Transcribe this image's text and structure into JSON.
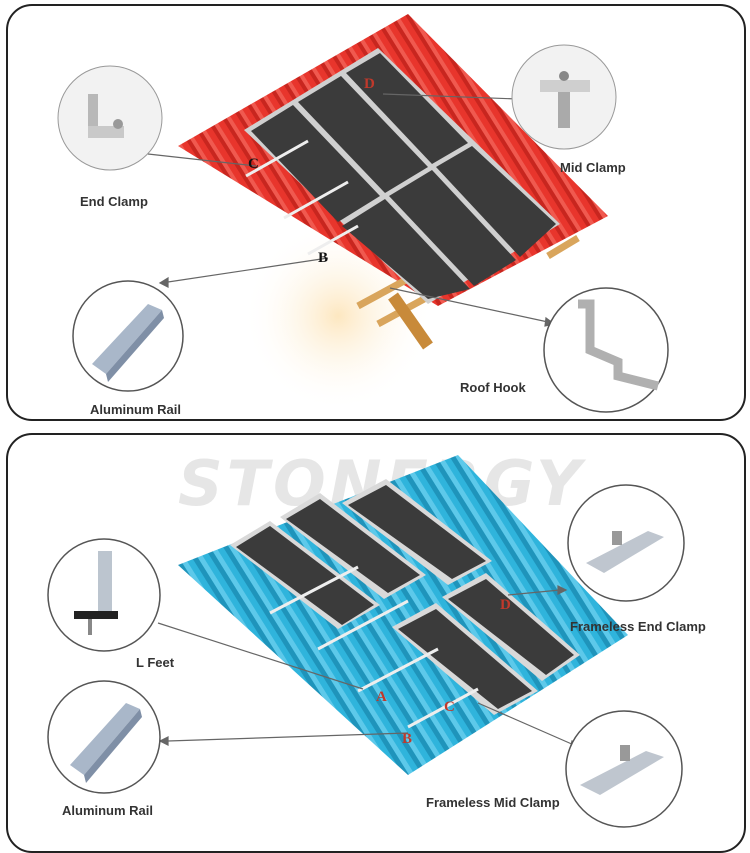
{
  "top_diagram": {
    "labels": {
      "end_clamp": "End Clamp",
      "mid_clamp": "Mid Clamp",
      "aluminum_rail": "Aluminum Rail",
      "roof_hook": "Roof Hook"
    },
    "markers": {
      "c": "C",
      "d": "D",
      "b": "B"
    },
    "roof_color": "#e8352c"
  },
  "bottom_diagram": {
    "watermark": "STONERGY",
    "labels": {
      "frameless_end_clamp": "Frameless End Clamp",
      "l_feet": "L Feet",
      "aluminum_rail": "Aluminum Rail",
      "frameless_mid_clamp": "Frameless Mid Clamp"
    },
    "markers": {
      "a": "A",
      "b": "B",
      "c": "C",
      "d": "D"
    },
    "roof_color": "#2fb4dc"
  },
  "colors": {
    "panel": "#3b3b3b",
    "frame": "#cfcfcf",
    "accent_letter": "#c0392b"
  }
}
